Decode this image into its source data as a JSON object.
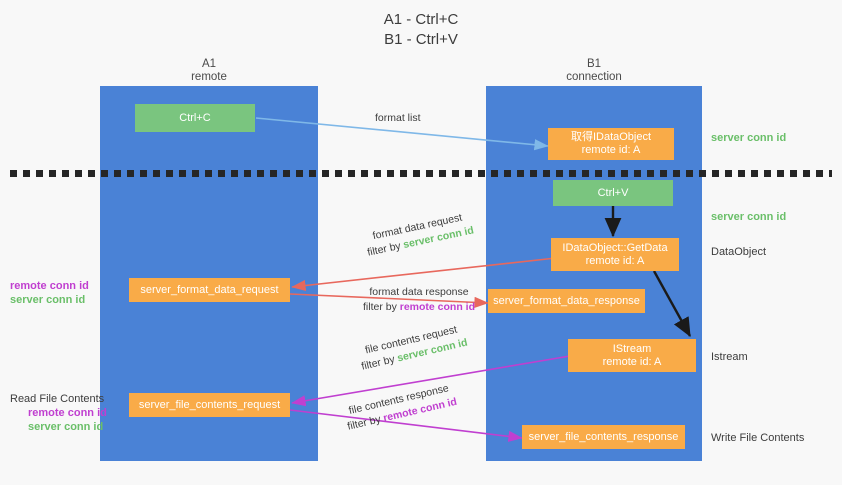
{
  "title": {
    "line1": "A1 - Ctrl+C",
    "line2": "B1 - Ctrl+V"
  },
  "columns": [
    {
      "name": "A1",
      "sub": "remote"
    },
    {
      "name": "B1",
      "sub": "connection"
    }
  ],
  "nodes": {
    "ctrl_c": {
      "line1": "Ctrl+C",
      "line2": "",
      "color": "#7ac57f"
    },
    "set_clipboard": {
      "line1": "取得IDataObject",
      "line2": "remote id: A",
      "color": "#f9ab48"
    },
    "ctrl_v": {
      "line1": "Ctrl+V",
      "line2": "",
      "color": "#7ac57f"
    },
    "getdata": {
      "line1": "IDataObject::GetData",
      "line2": "remote id: A",
      "color": "#f9ab48"
    },
    "istream": {
      "line1": "IStream",
      "line2": "remote id: A",
      "color": "#f9ab48"
    },
    "format_data_request": {
      "line1": "server_format_data_request",
      "line2": "",
      "color": "#f9ab48"
    },
    "format_data_response": {
      "line1": "server_format_data_response",
      "line2": "",
      "color": "#f9ab48"
    },
    "file_contents_request": {
      "line1": "server_file_contents_request",
      "line2": "",
      "color": "#f9ab48"
    },
    "file_contents_response": {
      "line1": "server_file_contents_response",
      "line2": "",
      "color": "#f9ab48"
    }
  },
  "edge_labels": {
    "format_list": {
      "line1": "format list",
      "line2": "",
      "filter_label": "",
      "filter_value": ""
    },
    "format_data_request": {
      "line1": "format data request",
      "line2": "filter by ",
      "filter_value": "server conn id"
    },
    "format_data_response": {
      "line1": "format data response",
      "line2": "filter by ",
      "filter_value": "remote conn id"
    },
    "file_contents_request": {
      "line1": "file contents request",
      "line2": "filter by ",
      "filter_value": "server conn id"
    },
    "file_contents_response": {
      "line1": "file contents response",
      "line2": "filter by ",
      "filter_value": "remote conn id"
    }
  },
  "annotations": {
    "right_1": {
      "text": "server conn id",
      "kind": "green"
    },
    "right_2": {
      "text": "server conn id",
      "kind": "green"
    },
    "right_3": {
      "text": "DataObject",
      "kind": "plain"
    },
    "right_4": {
      "text": "Istream",
      "kind": "plain"
    },
    "right_5": {
      "text": "Write File Contents",
      "kind": "plain"
    },
    "left_1": {
      "remote": "remote conn id",
      "server": "server conn id"
    },
    "left_2": {
      "heading": "Read File Contents",
      "remote": "remote conn id",
      "server": "server conn id"
    }
  },
  "colors": {
    "lane": "#4a82d6",
    "orange": "#f9ab48",
    "green_box": "#7ac57f",
    "green_text": "#6abf69",
    "magenta_text": "#c03fd0",
    "red_arrow": "#e8685d",
    "magenta_arrow": "#c03fd0",
    "blue_arrow": "#7fb8e8",
    "dark_arrow": "#1a1a1a",
    "background": "#f8f8f8"
  }
}
